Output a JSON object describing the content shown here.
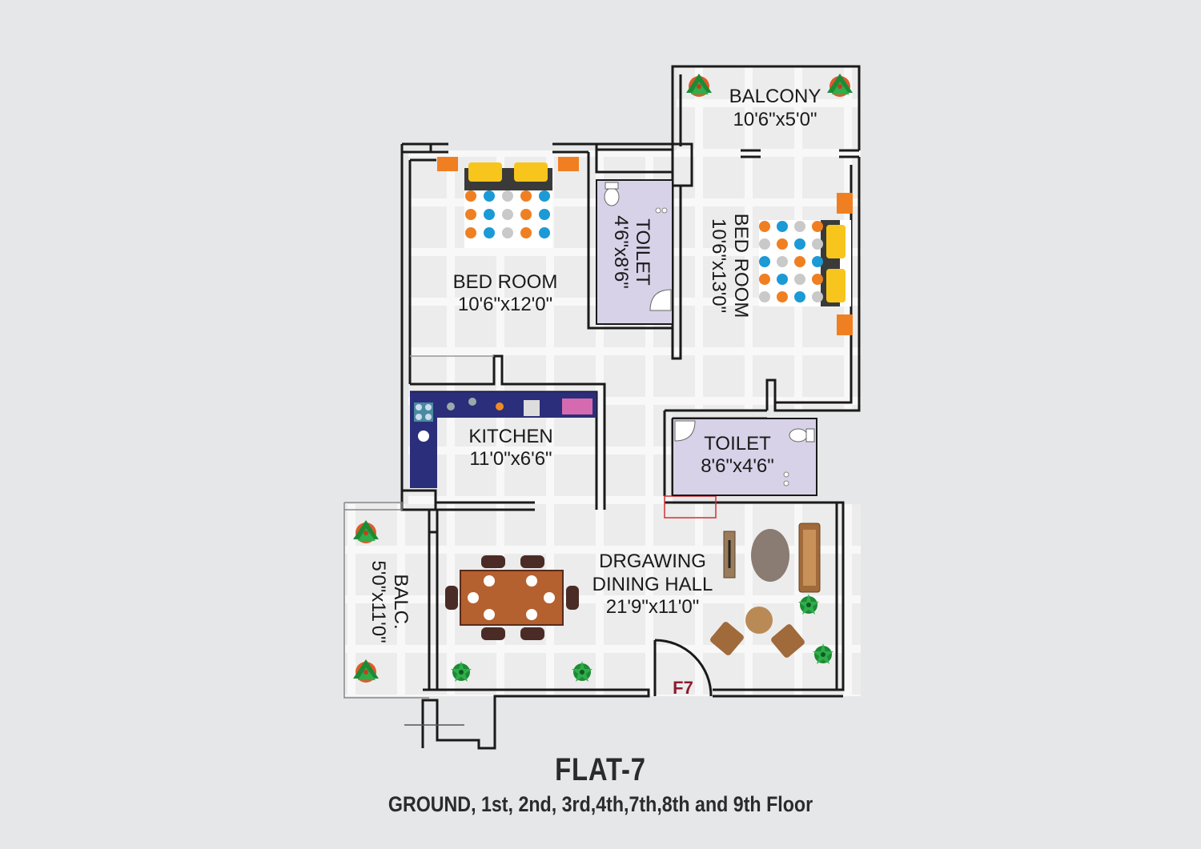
{
  "rooms": {
    "balcony_top": {
      "name": "BALCONY",
      "size": "10'6\"x5'0\""
    },
    "bedroom_left": {
      "name": "BED ROOM",
      "size": "10'6\"x12'0\""
    },
    "toilet_mid": {
      "name": "TOILET",
      "size": "4'6\"x8'6\""
    },
    "bedroom_right": {
      "name": "BED ROOM",
      "size": "10'6\"x13'0\""
    },
    "kitchen": {
      "name": "KITCHEN",
      "size": "11'0\"x6'6\""
    },
    "toilet_right": {
      "name": "TOILET",
      "size": "8'6\"x4'6\""
    },
    "balcony_left": {
      "name": "BALC.",
      "size": "5'0\"x11'0\""
    },
    "drawing": {
      "name_line1": "DRGAWING",
      "name_line2": "DINING HALL",
      "size": "21'9\"x11'0\""
    }
  },
  "entrance_label": "F7",
  "title": "FLAT-7",
  "subtitle": "GROUND, 1st, 2nd, 3rd,4th,7th,8th and 9th Floor",
  "colors": {
    "background": "#e6e7e8",
    "floor": "#eeeeee",
    "wall": "#1a1a1a",
    "toilet": "#d7d2e8",
    "kitchen_counter": "#2b2e7a",
    "furniture_wood": "#b5602f",
    "bed_dots_orange": "#f07f22",
    "bed_dots_blue": "#1b9ad6",
    "pillow": "#f8c51c",
    "plant_green": "#1d8a36",
    "entrance_text": "#8c1b2f"
  }
}
